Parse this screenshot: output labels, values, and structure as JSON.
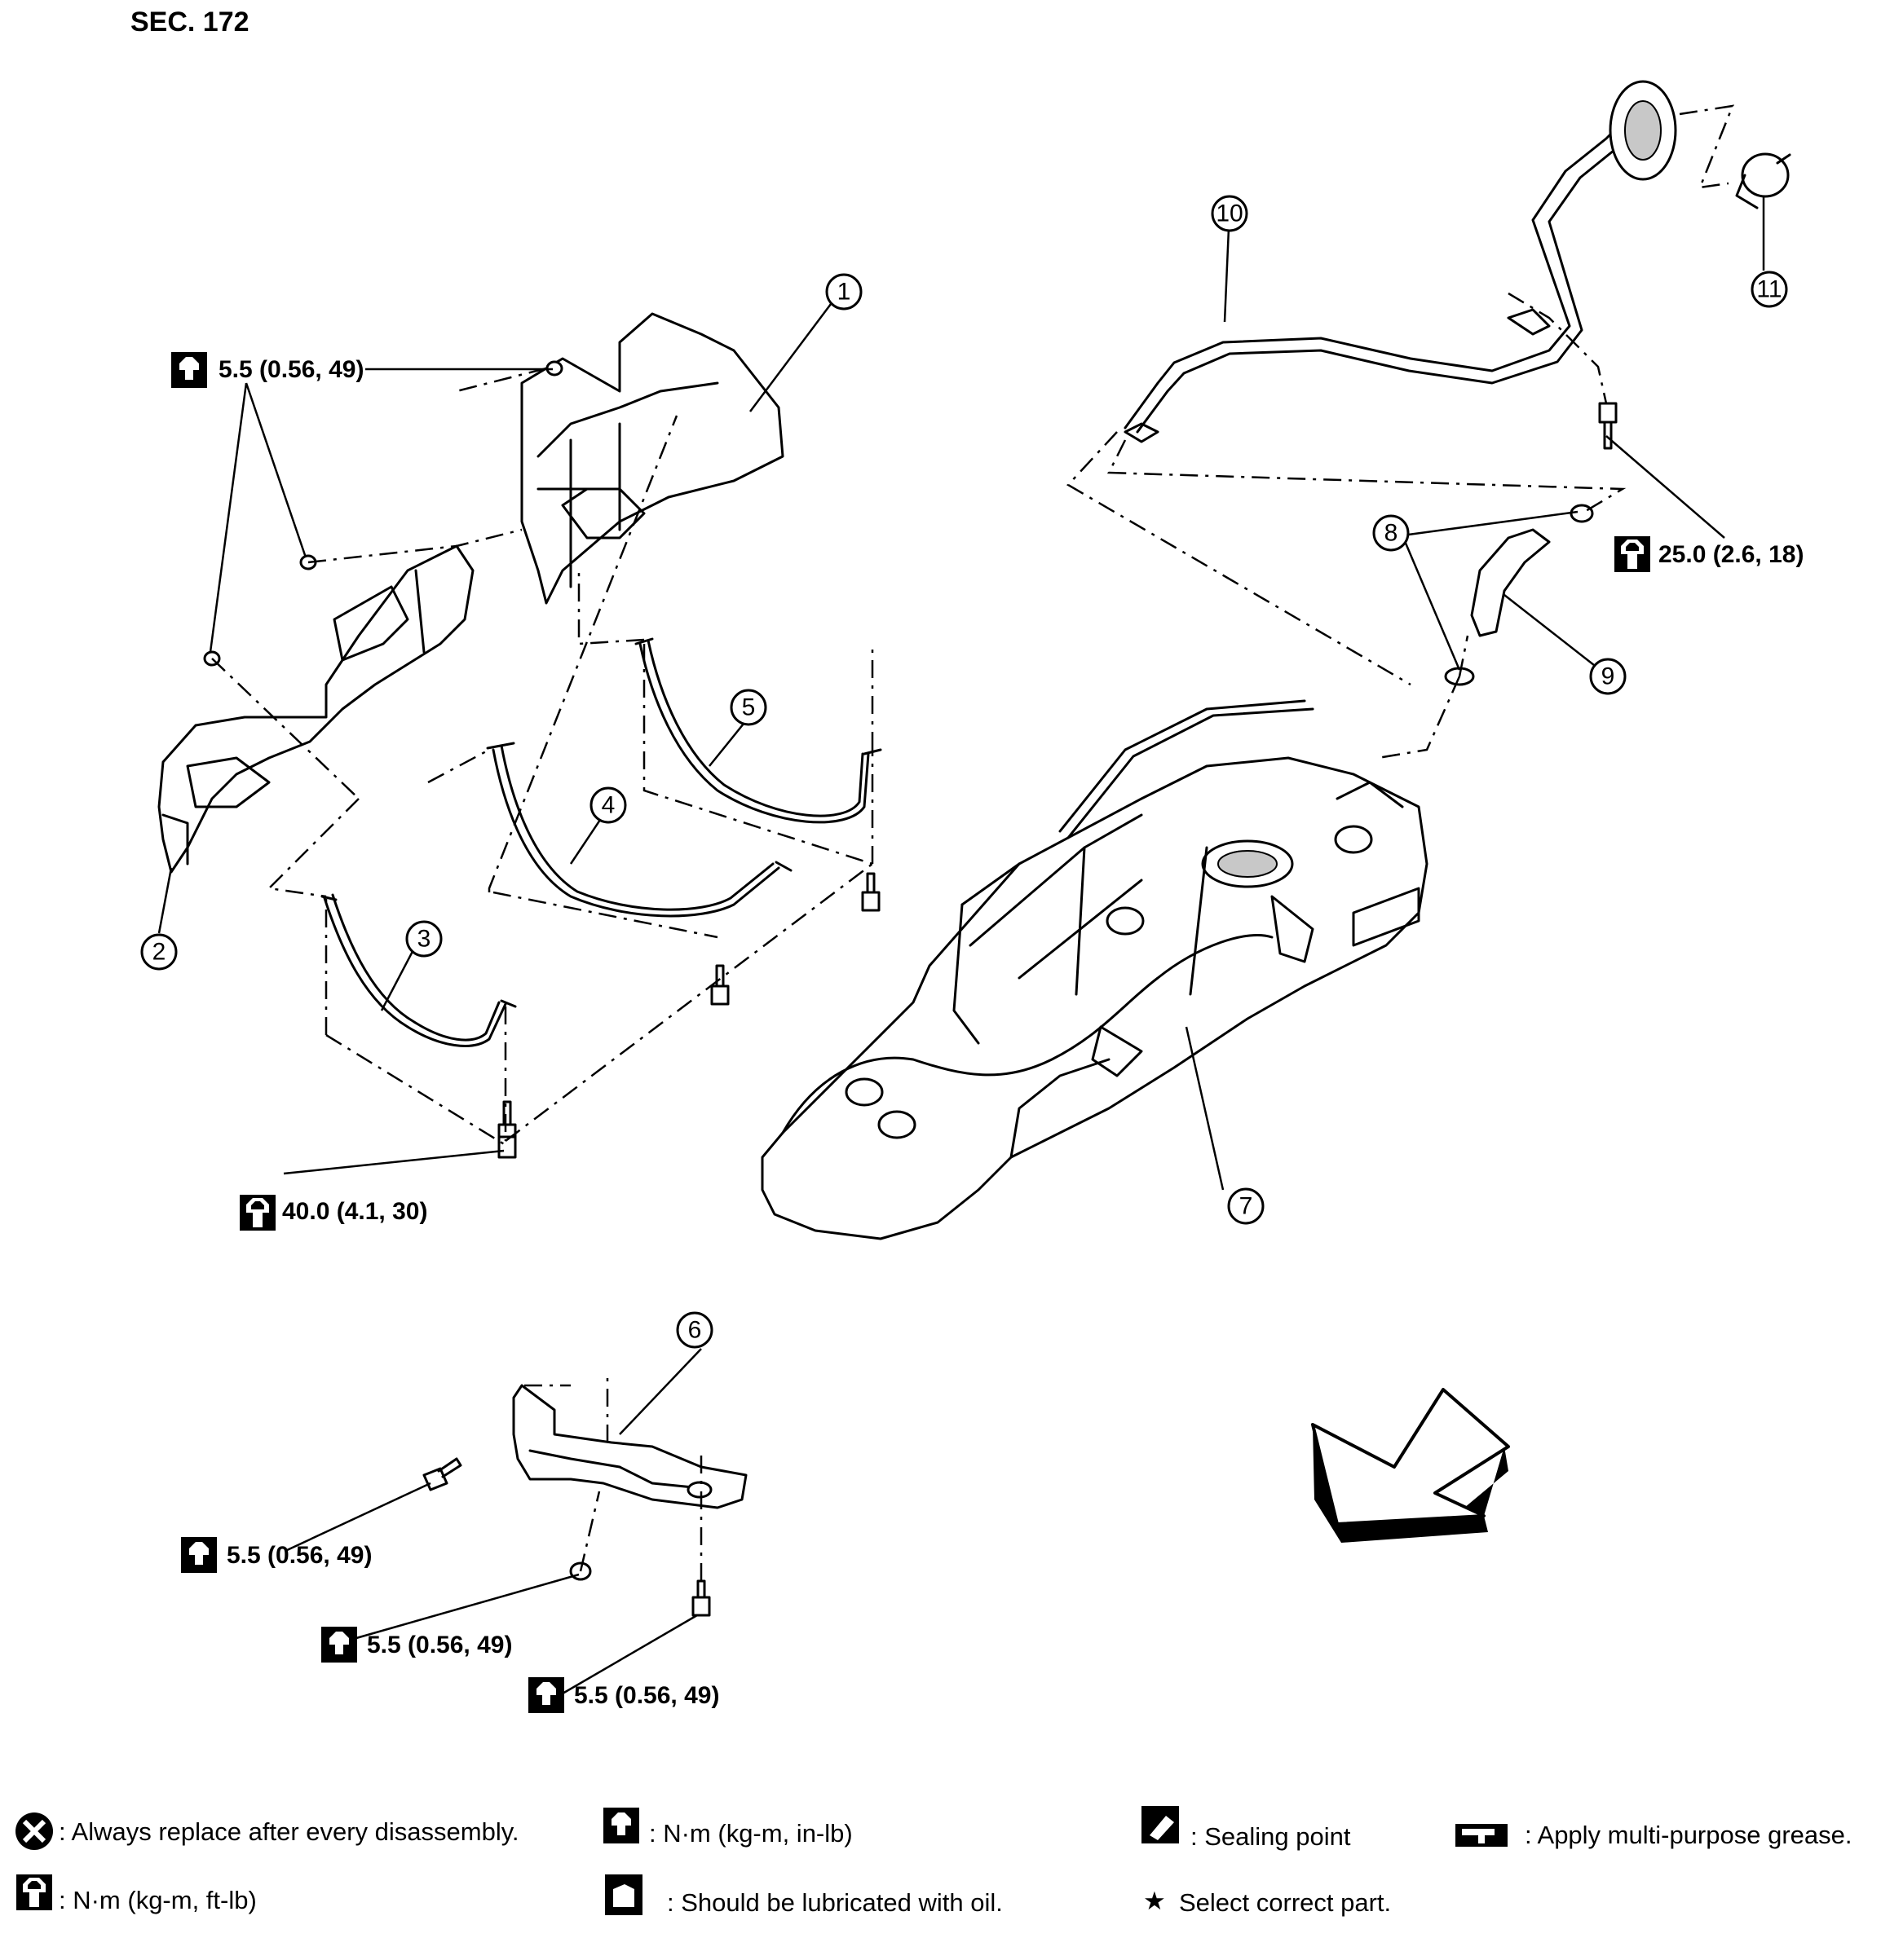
{
  "section_label": "SEC. 172",
  "callouts": [
    "1",
    "2",
    "3",
    "4",
    "5",
    "6",
    "7",
    "8",
    "9",
    "10",
    "11"
  ],
  "torques": {
    "t1": "5.5 (0.56, 49)",
    "t2": "40.0 (4.1, 30)",
    "t3": "25.0 (2.6, 18)",
    "t4": "5.5 (0.56, 49)",
    "t5": "5.5 (0.56, 49)",
    "t6": "5.5 (0.56, 49)"
  },
  "legend": {
    "always_replace": ": Always replace after every disassembly.",
    "nm_in_lb": ": N·m (kg-m, in-lb)",
    "sealing_point": ": Sealing point",
    "apply_grease": ": Apply multi-purpose grease.",
    "nm_ft_lb": ": N·m (kg-m, ft-lb)",
    "lubricate_oil": ": Should be lubricated with oil.",
    "select_part": "Select correct part.",
    "star": "★"
  },
  "icons": [
    "x-circle-icon",
    "torque-in-lb-icon",
    "torque-ft-lb-icon",
    "sealing-icon",
    "grease-icon",
    "oil-icon",
    "star-icon"
  ]
}
